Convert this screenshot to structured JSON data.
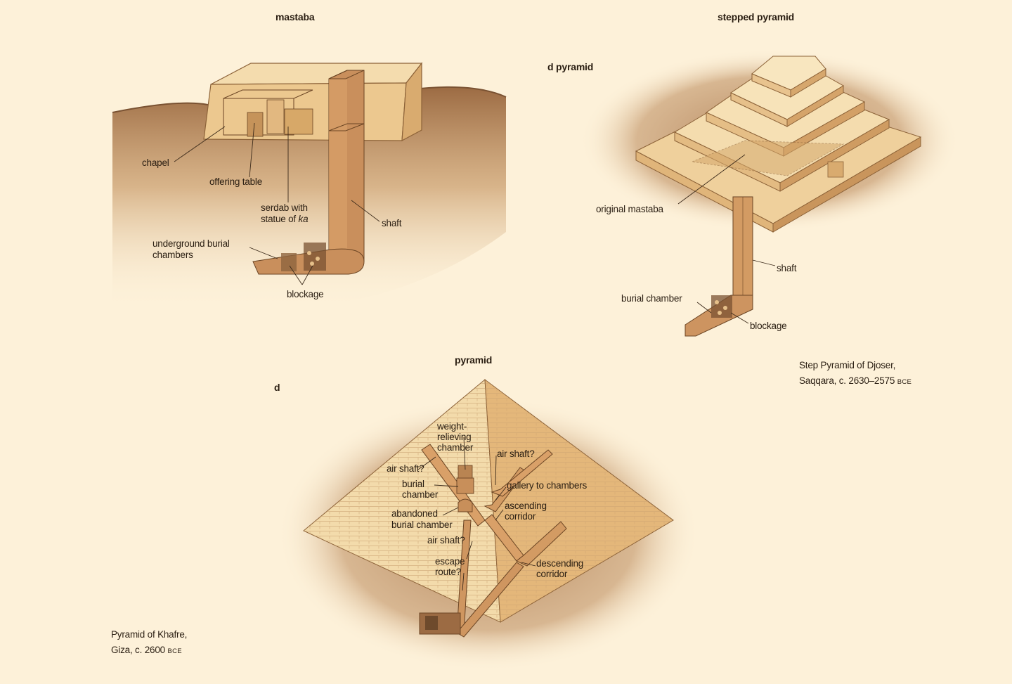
{
  "colors": {
    "background": "#fdf1d9",
    "stone_light": "#f2d9a8",
    "stone_mid": "#dfb77a",
    "stone_dark": "#b98a52",
    "earth": "#a7744a",
    "earth_dark": "#6e4a2c",
    "leader": "#3b2a1a"
  },
  "mastaba": {
    "heading": "mastaba",
    "labels": {
      "chapel": "chapel",
      "offering_table": "offering table",
      "serdab_1": "serdab with",
      "serdab_2a": "statue of ",
      "serdab_2b": "ka",
      "shaft": "shaft",
      "underground_1": "underground burial",
      "underground_2": "chambers",
      "blockage": "blockage"
    }
  },
  "stepped": {
    "heading": "stepped pyramid",
    "sub_heading": "d pyramid",
    "labels": {
      "original_mastaba": "original mastaba",
      "shaft": "shaft",
      "burial_chamber": "burial chamber",
      "blockage": "blockage"
    },
    "caption_1": "Step Pyramid of Djoser,",
    "caption_2a": "Saqqara, c. 2630–2575 ",
    "caption_2b": "BCE"
  },
  "pyramid": {
    "heading": "pyramid",
    "sub_heading": "d",
    "labels": {
      "weight_1": "weight-",
      "weight_2": "relieving",
      "weight_3": "chamber",
      "air_shaft_right": "air shaft?",
      "air_shaft_left": "air shaft?",
      "burial_1": "burial",
      "burial_2": "chamber",
      "gallery": "gallery to chambers",
      "ascending_1": "ascending",
      "ascending_2": "corridor",
      "abandoned_1": "abandoned",
      "abandoned_2": "burial chamber",
      "air_shaft_low": "air shaft?",
      "escape_1": "escape",
      "escape_2": "route?",
      "descending_1": "descending",
      "descending_2": "corridor"
    },
    "caption_1": "Pyramid of Khafre,",
    "caption_2a": "Giza, c. 2600 ",
    "caption_2b": "BCE"
  }
}
